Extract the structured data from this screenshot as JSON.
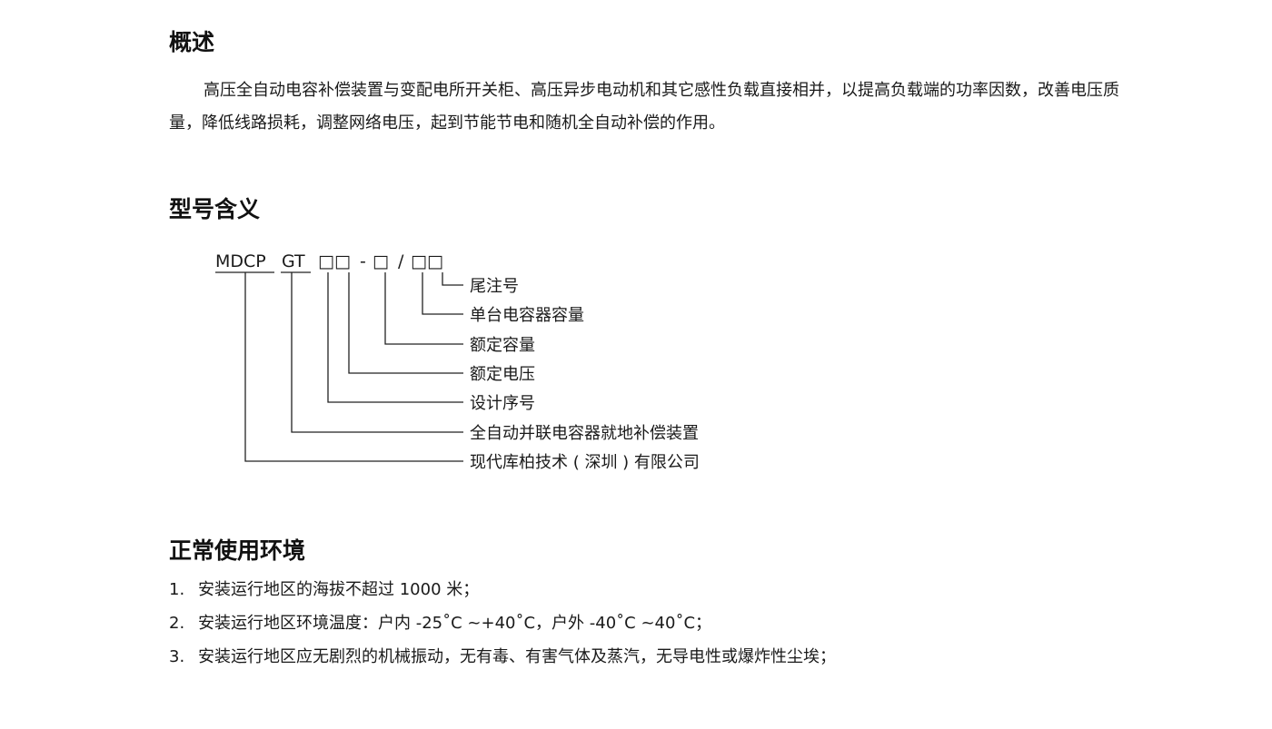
{
  "overview": {
    "heading": "概述",
    "paragraph": "高压全自动电容补偿装置与变配电所开关柜、高压异步电动机和其它感性负载直接相并，以提高负载端的功率因数，改善电压质量，降低线路损耗，调整网络电压，起到节能节电和随机全自动补偿的作用。"
  },
  "model": {
    "heading": "型号含义",
    "code_parts": [
      "MDCP",
      "GT",
      "□□",
      "-",
      "□",
      "/",
      "□□"
    ],
    "labels": [
      "尾注号",
      "单台电容器容量",
      "额定容量",
      "额定电压",
      "设计序号",
      "全自动并联电容器就地补偿装置",
      "现代库柏技术 ( 深圳 ) 有限公司"
    ]
  },
  "environment": {
    "heading": "正常使用环境",
    "items": [
      {
        "num": "1.",
        "text": "安装运行地区的海拔不超过 1000 米；"
      },
      {
        "num": "2.",
        "text": "安装运行地区环境温度：户内 -25˚C ~+40˚C，户外 -40˚C ~40˚C；"
      },
      {
        "num": "3.",
        "text": "安装运行地区应无剧烈的机械振动，无有毒、有害气体及蒸汽，无导电性或爆炸性尘埃；"
      }
    ]
  }
}
